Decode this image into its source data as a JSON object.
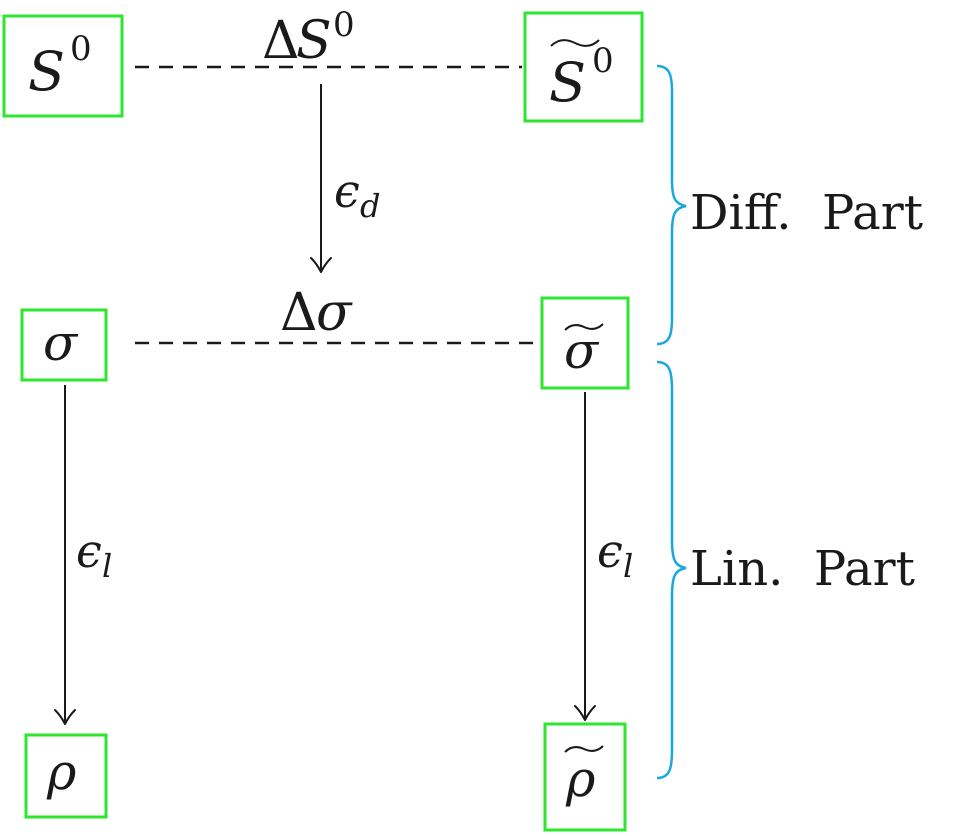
{
  "colors": {
    "node_border": "#2ee62e",
    "brace": "#1aa7e0",
    "ink": "#1a1a1a"
  },
  "nodes": {
    "s0": {
      "symbol": "S",
      "sup": "0"
    },
    "s0_tilde": {
      "symbol": "S",
      "sup": "0"
    },
    "sigma": {
      "symbol": "σ"
    },
    "sigma_tilde": {
      "symbol": "σ"
    },
    "rho": {
      "symbol": "ρ"
    },
    "rho_tilde": {
      "symbol": "ρ"
    }
  },
  "edges": {
    "delta_s0": {
      "prefix": "Δ",
      "symbol": "S",
      "sup": "0"
    },
    "delta_sigma": {
      "prefix": "Δ",
      "symbol": "σ"
    },
    "eps_d": {
      "symbol": "ϵ",
      "sub": "d"
    },
    "eps_l_left": {
      "symbol": "ϵ",
      "sub": "l"
    },
    "eps_l_right": {
      "symbol": "ϵ",
      "sub": "l"
    }
  },
  "braces": {
    "diff_part": "Diff.  Part",
    "lin_part": "Lin.  Part"
  }
}
